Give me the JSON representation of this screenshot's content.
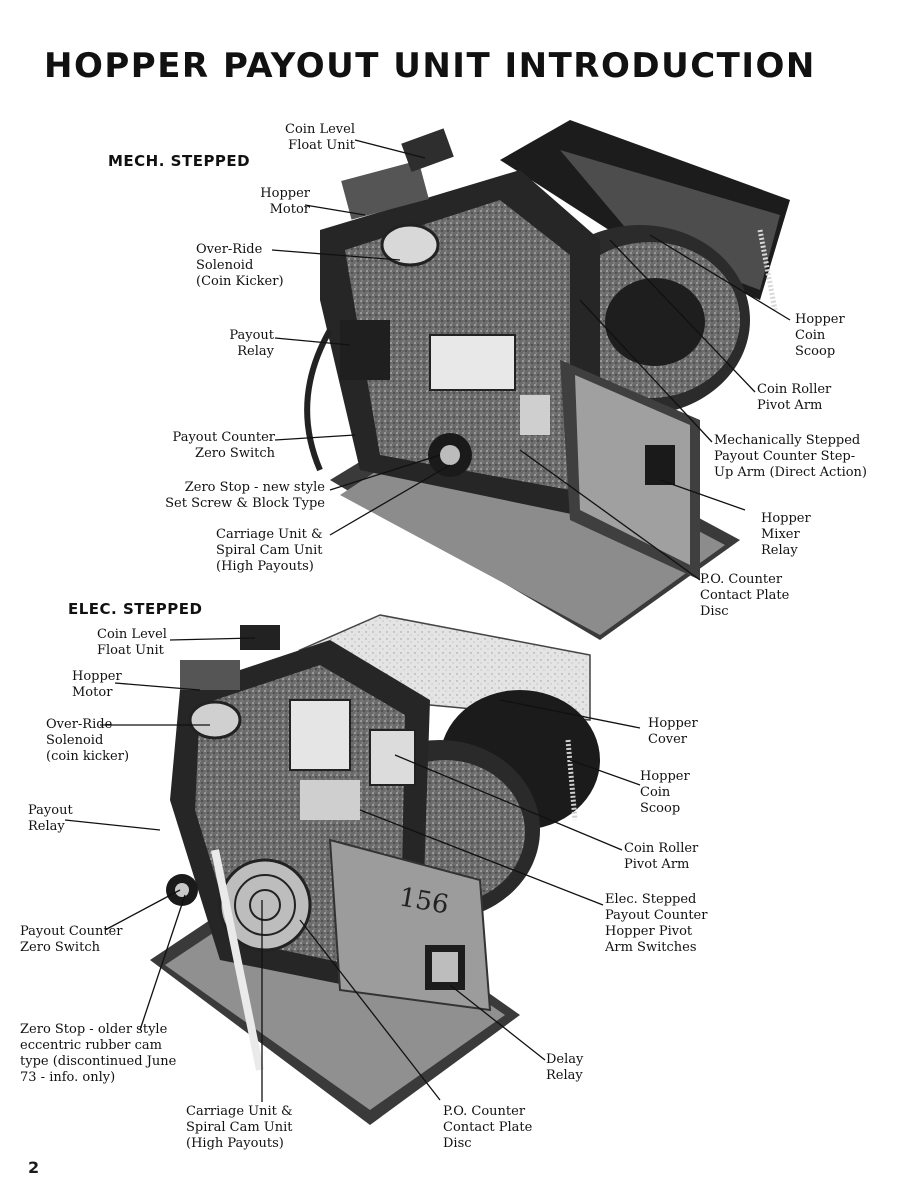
{
  "title": "HOPPER PAYOUT UNIT INTRODUCTION",
  "page_number": "2",
  "mech": {
    "heading": "MECH. STEPPED",
    "labels": {
      "coin_level": "Coin Level\nFloat Unit",
      "hopper_motor": "Hopper\nMotor",
      "override": "Over-Ride\nSolenoid\n(Coin Kicker)",
      "payout_relay": "Payout\nRelay",
      "zero_switch": "Payout Counter\nZero Switch",
      "zero_stop": "Zero Stop - new style\nSet Screw & Block Type",
      "carriage": "Carriage Unit &\nSpiral Cam Unit\n(High Payouts)",
      "coin_scoop": "Hopper\nCoin\nScoop",
      "roller_arm": "Coin Roller\nPivot Arm",
      "step_up_arm": "Mechanically Stepped\nPayout Counter Step-\nUp Arm (Direct Action)",
      "mixer_relay": "Hopper\nMixer\nRelay",
      "contact_disc": "P.O. Counter\nContact Plate\nDisc"
    }
  },
  "elec": {
    "heading": "ELEC. STEPPED",
    "labels": {
      "coin_level": "Coin Level\nFloat Unit",
      "hopper_motor": "Hopper\nMotor",
      "override": "Over-Ride\nSolenoid\n(coin kicker)",
      "payout_relay": "Payout\nRelay",
      "zero_switch": "Payout Counter\nZero Switch",
      "zero_stop": "Zero Stop - older style\neccentric rubber cam\ntype (discontinued June\n73 - info. only)",
      "carriage": "Carriage Unit &\nSpiral Cam Unit\n(High Payouts)",
      "contact_disc": "P.O. Counter\nContact Plate\nDisc",
      "hopper_cover": "Hopper\nCover",
      "coin_scoop": "Hopper\nCoin\nScoop",
      "roller_arm": "Coin Roller\nPivot Arm",
      "pivot_switches": "Elec. Stepped\nPayout Counter\nHopper Pivot\nArm Switches",
      "delay_relay": "Delay\nRelay"
    }
  }
}
